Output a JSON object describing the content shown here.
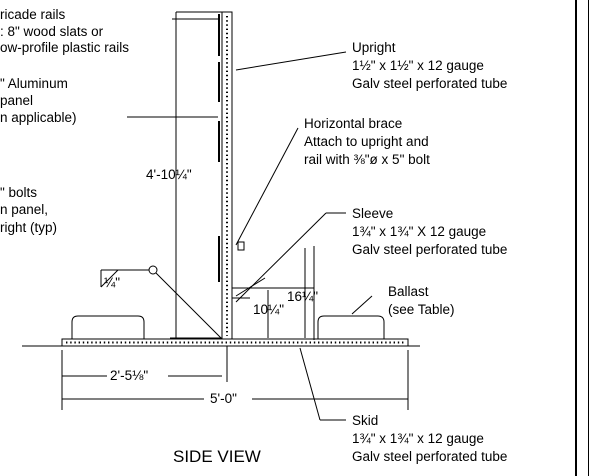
{
  "view_title": "SIDE VIEW",
  "labels": {
    "barricade_rails": [
      "ricade rails",
      ": 8\" wood slats or",
      "ow-profile plastic rails"
    ],
    "aluminum_panel": [
      "\" Aluminum",
      "panel",
      "n applicable)"
    ],
    "bolts": [
      "\" bolts",
      "n panel,",
      "right (typ)"
    ],
    "upright": [
      "Upright",
      "1½\" x 1½\" x 12 gauge",
      "Galv steel perforated tube"
    ],
    "horizontal_brace": [
      "Horizontal brace",
      "Attach to upright and",
      "rail with ⅜\"ø x 5\" bolt"
    ],
    "sleeve": [
      "Sleeve",
      "1¾\" x 1¾\" X 12 gauge",
      "Galv steel perforated tube"
    ],
    "ballast": [
      "Ballast",
      "(see Table)"
    ],
    "skid": [
      "Skid",
      "1¾\" x 1¾\" x 12 gauge",
      "Galv steel perforated tube"
    ]
  },
  "dimensions": {
    "height": "4'-10¼\"",
    "brace_height": "16¼\"",
    "sleeve_offset": "10¼\"",
    "weld": "¼\"",
    "half_skid": "2'-5⅛\"",
    "skid_length": "5'-0\""
  }
}
